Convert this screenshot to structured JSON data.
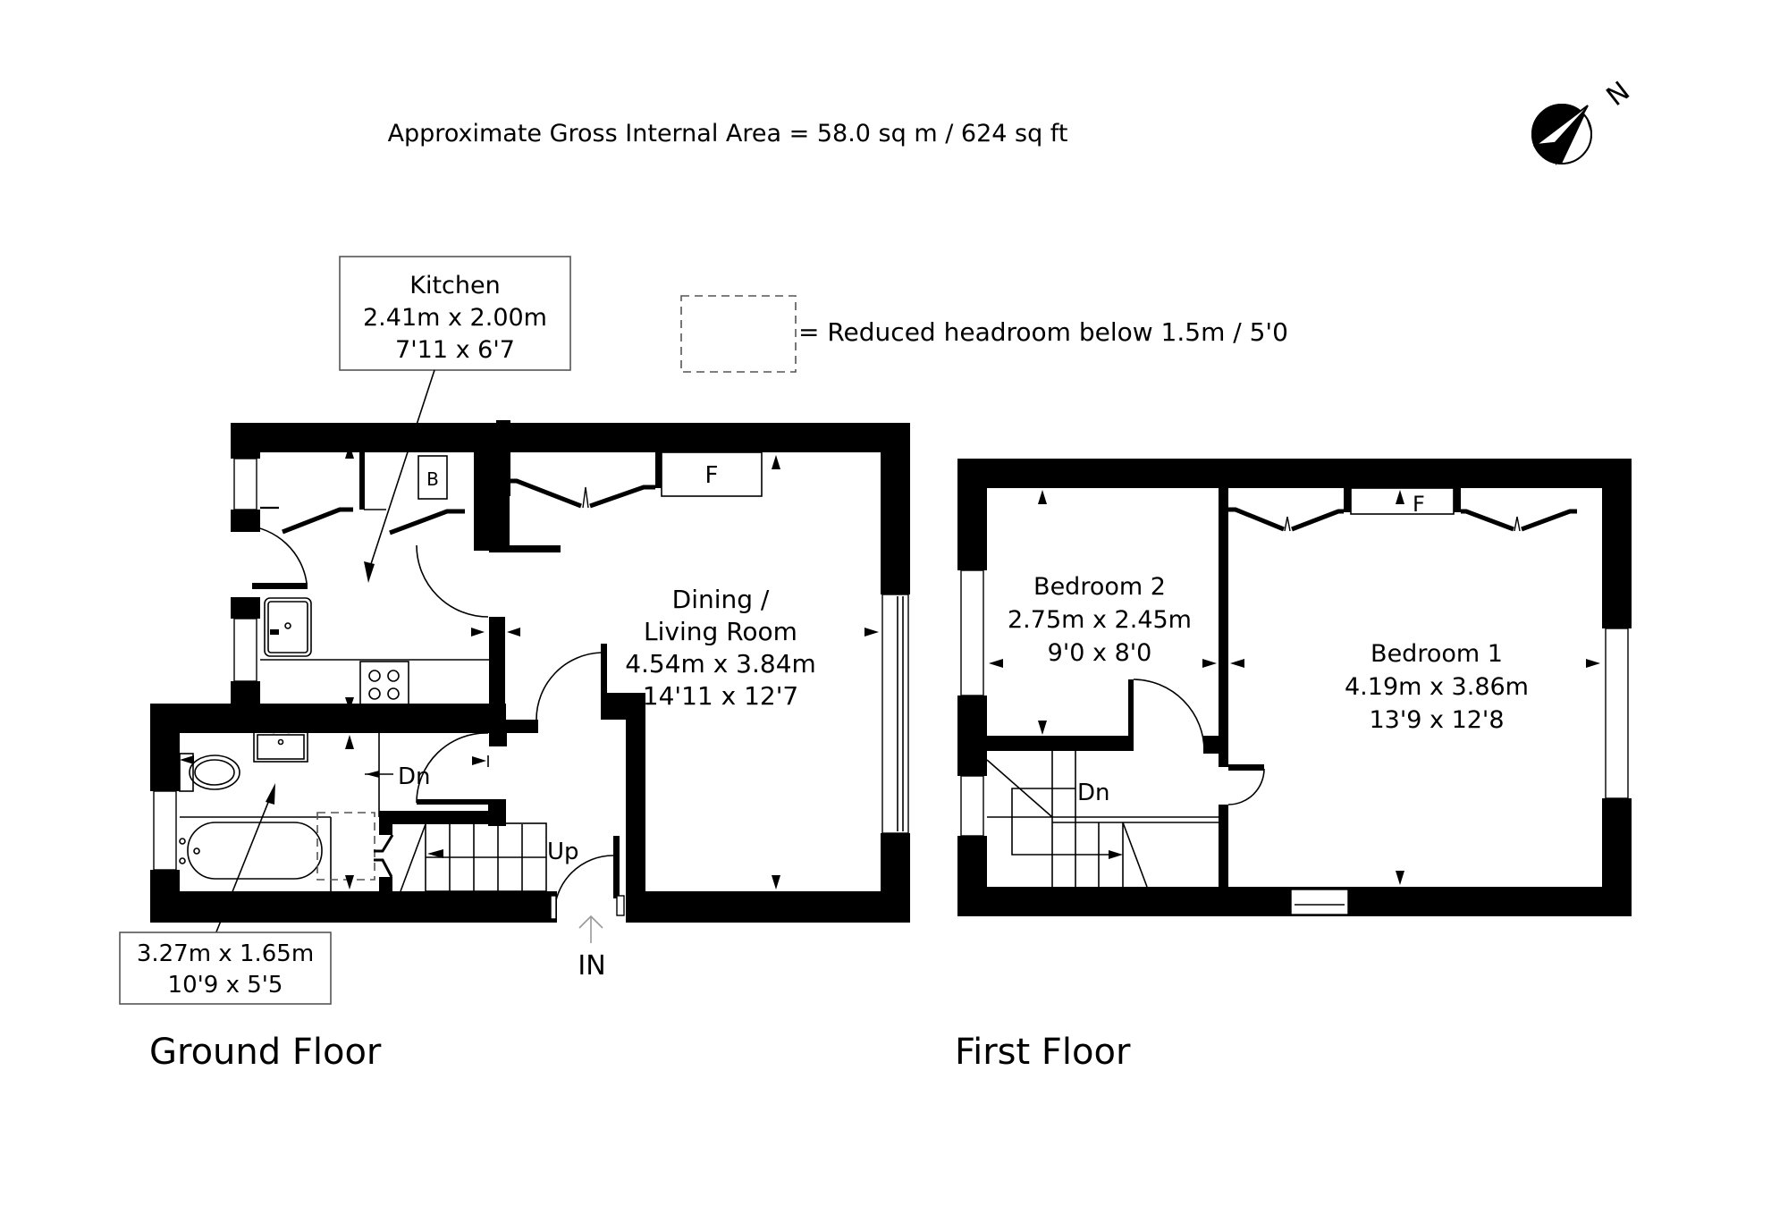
{
  "header": {
    "gross_area": "Approximate Gross Internal Area = 58.0 sq m / 624 sq ft"
  },
  "compass": {
    "label": "N",
    "icon": "north-arrow-icon"
  },
  "legend": {
    "reduced_headroom": "= Reduced headroom below 1.5m / 5'0"
  },
  "ground_floor": {
    "title": "Ground Floor",
    "rooms": {
      "kitchen": {
        "name": "Kitchen",
        "metric": "2.41m x 2.00m",
        "imperial": "7'11 x 6'7"
      },
      "living": {
        "name_line1": "Dining /",
        "name_line2": "Living Room",
        "metric": "4.54m x 3.84m",
        "imperial": "14'11 x 12'7"
      },
      "bathroom": {
        "metric": "3.27m x 1.65m",
        "imperial": "10'9 x 5'5"
      }
    },
    "labels": {
      "boiler": "B",
      "fireplace": "F",
      "stairs_down": "Dn",
      "stairs_up": "Up",
      "entrance": "IN"
    }
  },
  "first_floor": {
    "title": "First Floor",
    "rooms": {
      "bedroom2": {
        "name": "Bedroom 2",
        "metric": "2.75m x 2.45m",
        "imperial": "9'0 x 8'0"
      },
      "bedroom1": {
        "name": "Bedroom 1",
        "metric": "4.19m x 3.86m",
        "imperial": "13'9 x 12'8"
      }
    },
    "labels": {
      "fireplace": "F",
      "stairs_down": "Dn"
    }
  }
}
